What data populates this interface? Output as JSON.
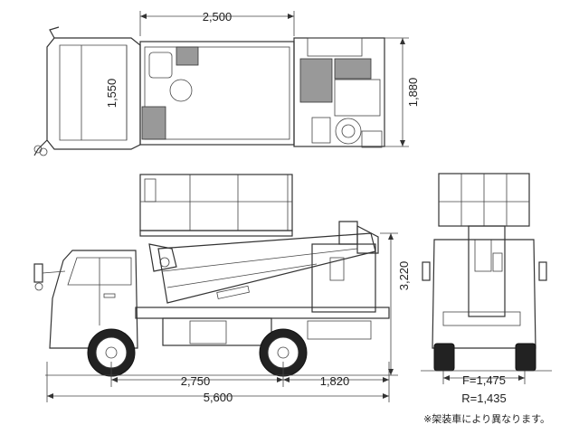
{
  "dimensions": {
    "top_width": "2,500",
    "top_depth_left": "1,550",
    "top_depth_right": "1,880",
    "height": "3,220",
    "wheelbase": "2,750",
    "rear_overhang": "1,820",
    "overall_length": "5,600",
    "front_track": "F=1,475",
    "rear_track": "R=1,435"
  },
  "note": "※架装車により異なります。"
}
